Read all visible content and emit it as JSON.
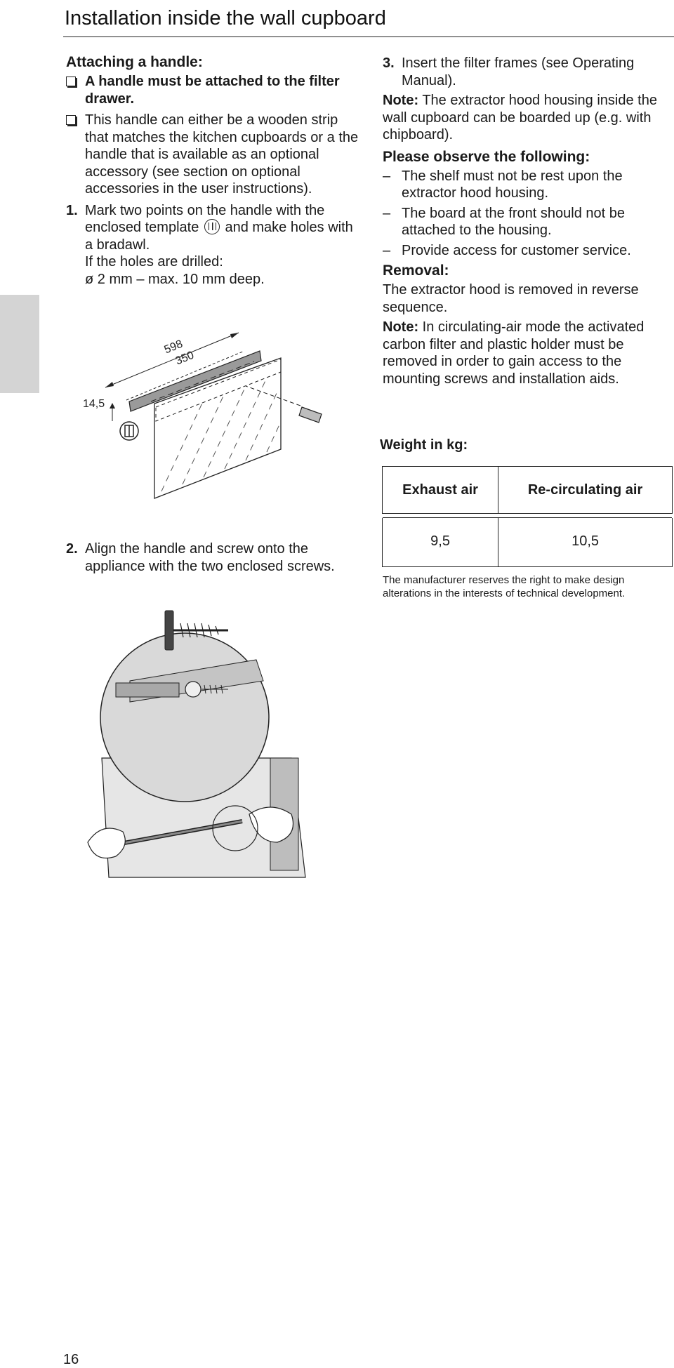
{
  "page": {
    "title": "Installation inside the wall cupboard",
    "page_number": "16"
  },
  "left": {
    "heading": "Attaching a handle:",
    "bullets": [
      "A handle must be attached to the filter drawer.",
      "This handle can either be a wooden strip that matches the kitchen cupboards or a the handle that is available as an optional accessory (see section on optional accessories in the user instructions)."
    ],
    "step1": {
      "number": "1.",
      "text_before": "Mark two points on the handle with the enclosed template",
      "text_after": "and make holes with a bradawl.",
      "line2": "If the holes are drilled:",
      "line3": "ø 2 mm – max. 10 mm deep."
    },
    "figure1": {
      "dim_598": "598",
      "dim_350": "350",
      "dim_14_5": "14,5"
    },
    "step2": {
      "number": "2.",
      "text": "Align the handle and screw onto the appliance with the two enclosed screws."
    }
  },
  "right": {
    "step3": {
      "number": "3.",
      "text": "Insert the filter frames (see Operating Manual)."
    },
    "note1": {
      "label": "Note:",
      "text": "The extractor hood housing inside the wall cupboard can be boarded up (e.g. with chipboard)."
    },
    "observe_heading": "Please observe the following:",
    "observe_items": [
      "The shelf must not be rest upon the extractor hood housing.",
      "The board at the front should not be attached to the housing.",
      "Provide access for customer service."
    ],
    "removal_heading": "Removal:",
    "removal_text": "The extractor hood is removed in reverse sequence.",
    "note2": {
      "label": "Note:",
      "text": "In circulating-air mode the activated carbon filter and plastic holder must be removed in order to gain access to the mounting screws and installation aids."
    },
    "weight": {
      "label": "Weight in kg:",
      "headers": [
        "Exhaust air",
        "Re-circulating air"
      ],
      "values": [
        "9,5",
        "10,5"
      ]
    },
    "footnote": "The manufacturer reserves the right to make design alterations in the interests of technical development."
  }
}
